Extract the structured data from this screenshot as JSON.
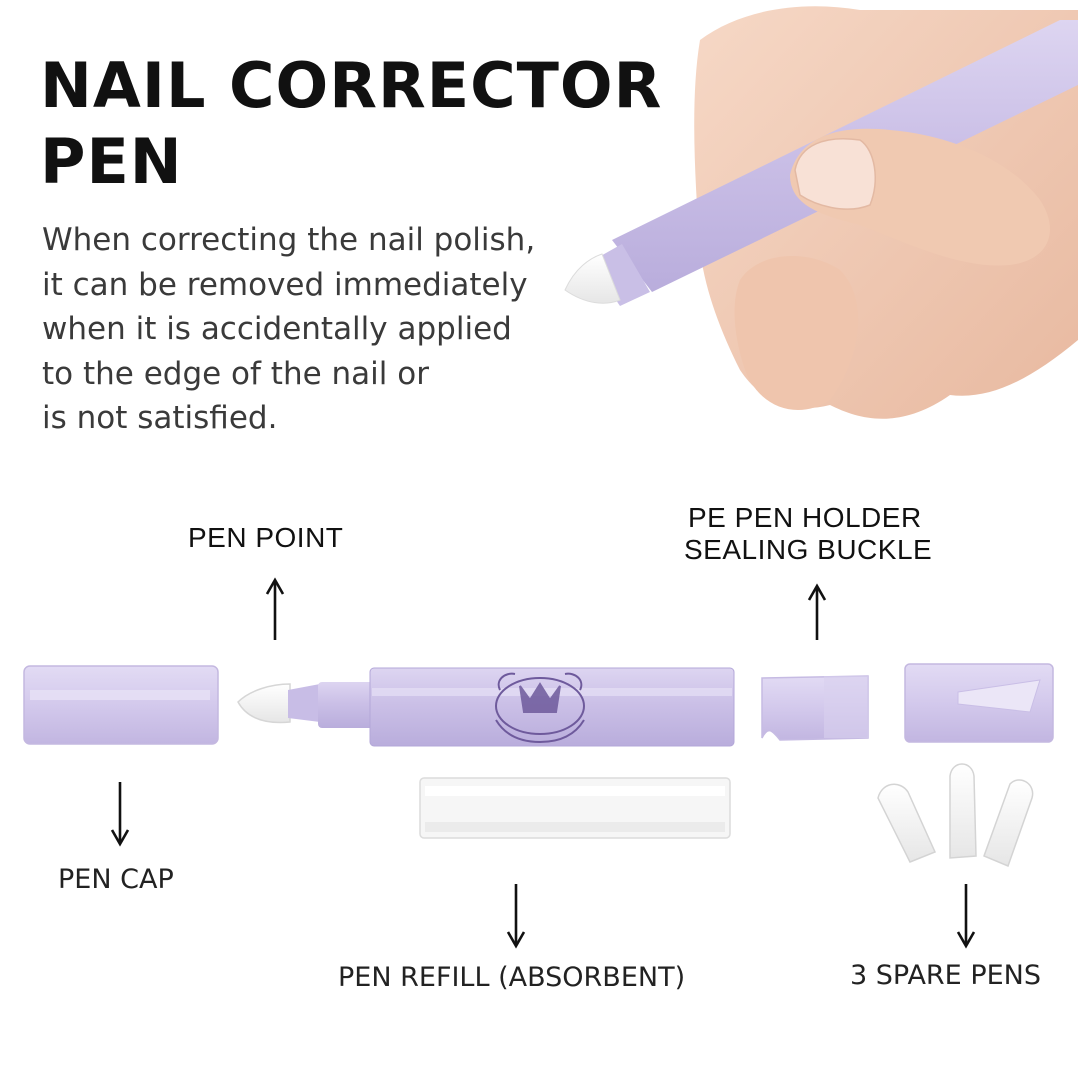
{
  "title_line1": "NAIL CORRECTOR",
  "title_line2": "PEN",
  "description": [
    "When correcting the nail polish,",
    "it can be removed immediately",
    "when it is accidentally applied",
    "to the edge of the nail or",
    "is not satisfied."
  ],
  "labels": {
    "pen_point": "PEN POINT",
    "holder_line1": "PE PEN HOLDER",
    "holder_line2": "SEALING BUCKLE",
    "pen_cap": "PEN CAP",
    "pen_refill": "PEN REFILL (ABSORBENT)",
    "spare_pens": "3 SPARE PENS"
  },
  "colors": {
    "lavender": "#cdc3e8",
    "lavender_dark": "#b5aadb",
    "skin": "#f1cdb7",
    "emblem": "#6e5a9c"
  }
}
